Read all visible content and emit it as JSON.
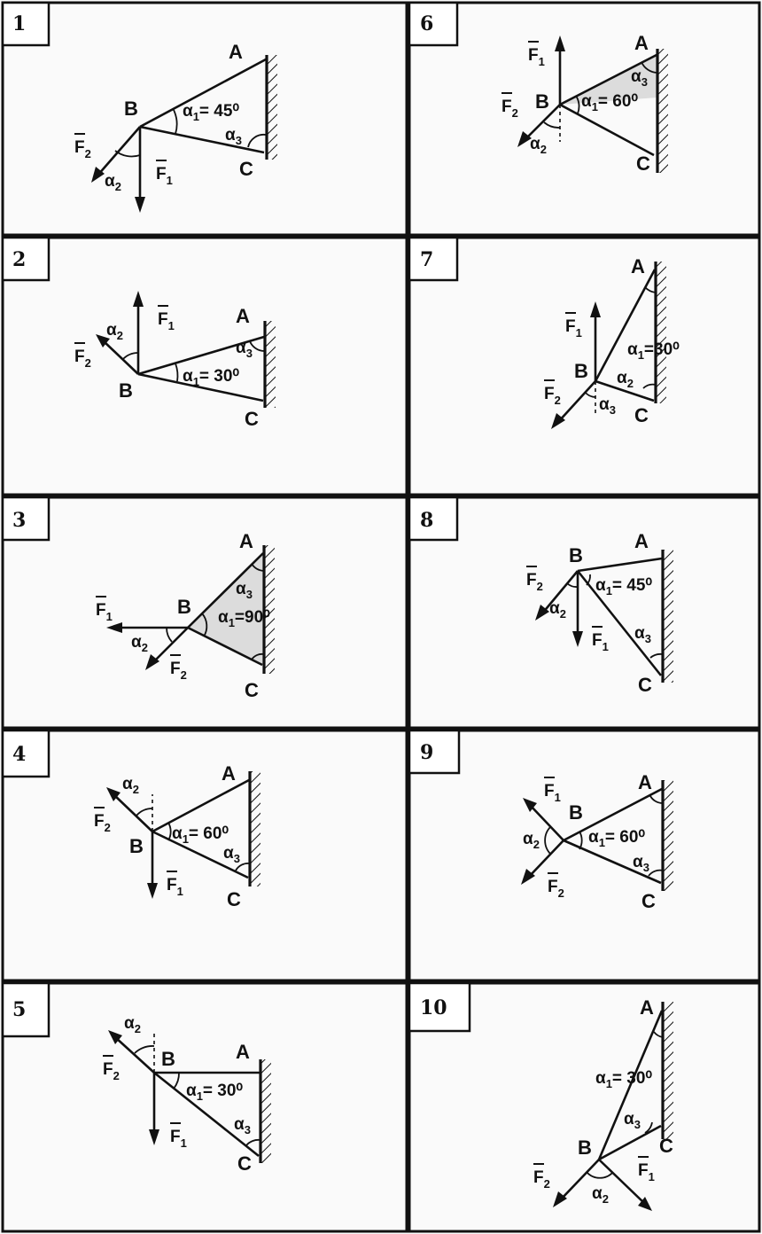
{
  "panels": [
    {
      "number": "1",
      "point_a": "A",
      "point_b": "B",
      "point_c": "C",
      "f1": "F",
      "f1_sub": "1",
      "f2": "F",
      "f2_sub": "2",
      "alpha1_text": "α",
      "alpha1_sub": "1",
      "alpha1_value": "= 45⁰",
      "alpha2": "α",
      "alpha2_sub": "2",
      "alpha3": "α",
      "alpha3_sub": "3"
    },
    {
      "number": "6",
      "point_a": "A",
      "point_b": "B",
      "point_c": "C",
      "f1": "F",
      "f1_sub": "1",
      "f2": "F",
      "f2_sub": "2",
      "alpha1_text": "α",
      "alpha1_sub": "1",
      "alpha1_value": "= 60⁰",
      "alpha2": "α",
      "alpha2_sub": "2",
      "alpha3": "α",
      "alpha3_sub": "3"
    },
    {
      "number": "2",
      "point_a": "A",
      "point_b": "B",
      "point_c": "C",
      "f1": "F",
      "f1_sub": "1",
      "f2": "F",
      "f2_sub": "2",
      "alpha1_text": "α",
      "alpha1_sub": "1",
      "alpha1_value": "= 30⁰",
      "alpha2": "α",
      "alpha2_sub": "2",
      "alpha3": "α",
      "alpha3_sub": "3"
    },
    {
      "number": "7",
      "point_a": "A",
      "point_b": "B",
      "point_c": "C",
      "f1": "F",
      "f1_sub": "1",
      "f2": "F",
      "f2_sub": "2",
      "alpha1_text": "α",
      "alpha1_sub": "1",
      "alpha1_value": "=30⁰",
      "alpha2": "α",
      "alpha2_sub": "2",
      "alpha3": "α",
      "alpha3_sub": "3"
    },
    {
      "number": "3",
      "point_a": "A",
      "point_b": "B",
      "point_c": "C",
      "f1": "F",
      "f1_sub": "1",
      "f2": "F",
      "f2_sub": "2",
      "alpha1_text": "α",
      "alpha1_sub": "1",
      "alpha1_value": "=90⁰",
      "alpha2": "α",
      "alpha2_sub": "2",
      "alpha3": "α",
      "alpha3_sub": "3"
    },
    {
      "number": "8",
      "point_a": "A",
      "point_b": "B",
      "point_c": "C",
      "f1": "F",
      "f1_sub": "1",
      "f2": "F",
      "f2_sub": "2",
      "alpha1_text": "α",
      "alpha1_sub": "1",
      "alpha1_value": "= 45⁰",
      "alpha2": "α",
      "alpha2_sub": "2",
      "alpha3": "α",
      "alpha3_sub": "3"
    },
    {
      "number": "4",
      "point_a": "A",
      "point_b": "B",
      "point_c": "C",
      "f1": "F",
      "f1_sub": "1",
      "f2": "F",
      "f2_sub": "2",
      "alpha1_text": "α",
      "alpha1_sub": "1",
      "alpha1_value": "= 60⁰",
      "alpha2": "α",
      "alpha2_sub": "2",
      "alpha3": "α",
      "alpha3_sub": "3"
    },
    {
      "number": "9",
      "point_a": "A",
      "point_b": "B",
      "point_c": "C",
      "f1": "F",
      "f1_sub": "1",
      "f2": "F",
      "f2_sub": "2",
      "alpha1_text": "α",
      "alpha1_sub": "1",
      "alpha1_value": "= 60⁰",
      "alpha2": "α",
      "alpha2_sub": "2",
      "alpha3": "α",
      "alpha3_sub": "3"
    },
    {
      "number": "5",
      "point_a": "A",
      "point_b": "B",
      "point_c": "C",
      "f1": "F",
      "f1_sub": "1",
      "f2": "F",
      "f2_sub": "2",
      "alpha1_text": "α",
      "alpha1_sub": "1",
      "alpha1_value": "= 30⁰",
      "alpha2": "α",
      "alpha2_sub": "2",
      "alpha3": "α",
      "alpha3_sub": "3"
    },
    {
      "number": "10",
      "point_a": "A",
      "point_b": "B",
      "point_c": "C",
      "f1": "F",
      "f1_sub": "1",
      "f2": "F",
      "f2_sub": "2",
      "alpha1_text": "α",
      "alpha1_sub": "1",
      "alpha1_value": "= 30⁰",
      "alpha2": "α",
      "alpha2_sub": "2",
      "alpha3": "α",
      "alpha3_sub": "3"
    }
  ]
}
